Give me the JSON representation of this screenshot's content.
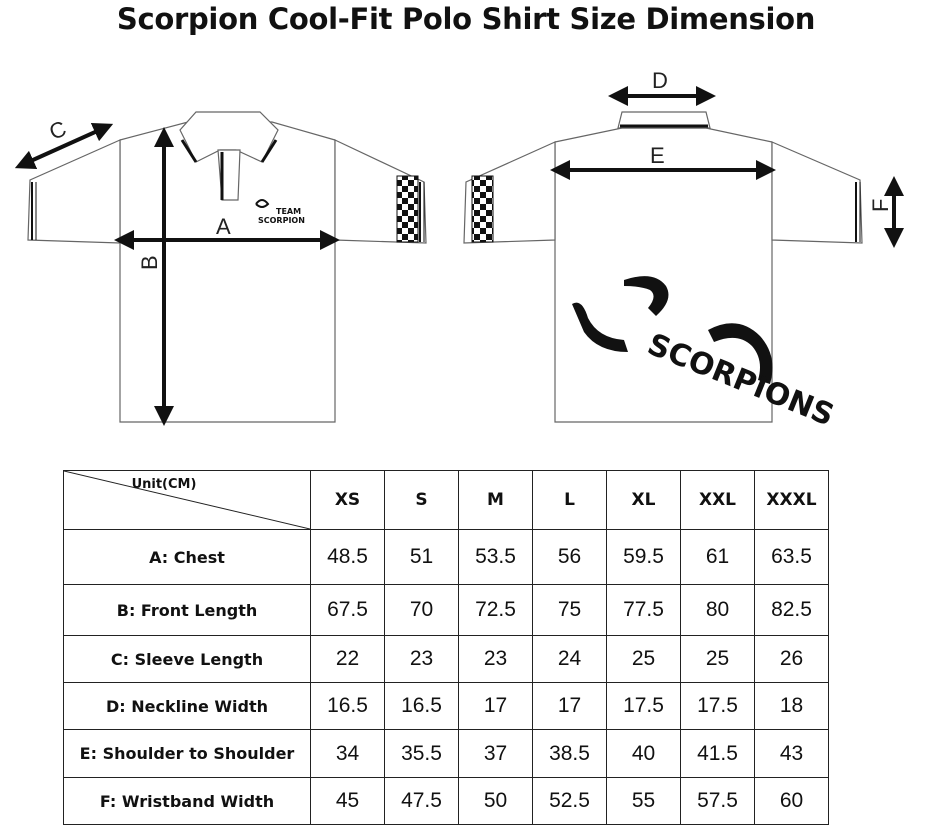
{
  "title": "Scorpion Cool-Fit Polo Shirt Size Dimension",
  "illustration": {
    "labels": {
      "a": "A",
      "b": "B",
      "c": "C",
      "d": "D",
      "e": "E",
      "f": "F"
    },
    "front_logo_line1": "TEAM",
    "front_logo_line2": "SCORPION",
    "back_logo": "SCORPIONS"
  },
  "table": {
    "unit": "Unit(CM)",
    "sizes": [
      "XS",
      "S",
      "M",
      "L",
      "XL",
      "XXL",
      "XXXL"
    ],
    "rows": [
      {
        "label": "A: Chest",
        "values": [
          "48.5",
          "51",
          "53.5",
          "56",
          "59.5",
          "61",
          "63.5"
        ]
      },
      {
        "label": "B: Front Length",
        "values": [
          "67.5",
          "70",
          "72.5",
          "75",
          "77.5",
          "80",
          "82.5"
        ]
      },
      {
        "label": "C: Sleeve Length",
        "values": [
          "22",
          "23",
          "23",
          "24",
          "25",
          "25",
          "26"
        ]
      },
      {
        "label": "D: Neckline Width",
        "values": [
          "16.5",
          "16.5",
          "17",
          "17",
          "17.5",
          "17.5",
          "18"
        ]
      },
      {
        "label": "E: Shoulder to Shoulder",
        "values": [
          "34",
          "35.5",
          "37",
          "38.5",
          "40",
          "41.5",
          "43"
        ]
      },
      {
        "label": "F: Wristband Width",
        "values": [
          "45",
          "47.5",
          "50",
          "52.5",
          "55",
          "57.5",
          "60"
        ]
      }
    ]
  }
}
